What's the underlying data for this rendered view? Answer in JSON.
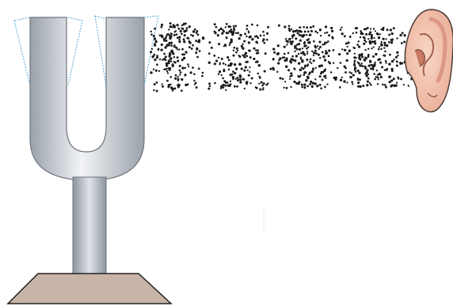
{
  "diagram": {
    "components": [
      {
        "id": "tuning-fork",
        "icon": "tuning-fork-icon"
      },
      {
        "id": "fork-stand",
        "icon": "stand-icon"
      },
      {
        "id": "sound-wave-particles",
        "icon": "air-particles-icon"
      },
      {
        "id": "ear",
        "icon": "ear-icon"
      }
    ],
    "wave": {
      "compression_count": 4
    },
    "colors": {
      "fork_light": "#f2f4f7",
      "fork_mid": "#c6cbd2",
      "fork_dark": "#9aa1aa",
      "fork_outline": "#6f757d",
      "vibration_line": "#4fa3d9",
      "base_fill": "#c9b4a8",
      "base_outline": "#222222",
      "particle": "#1a1a1a",
      "ear_skin": "#f5c8b5",
      "ear_shadow": "#d68f7a",
      "ear_outline": "#4a3a35"
    }
  }
}
